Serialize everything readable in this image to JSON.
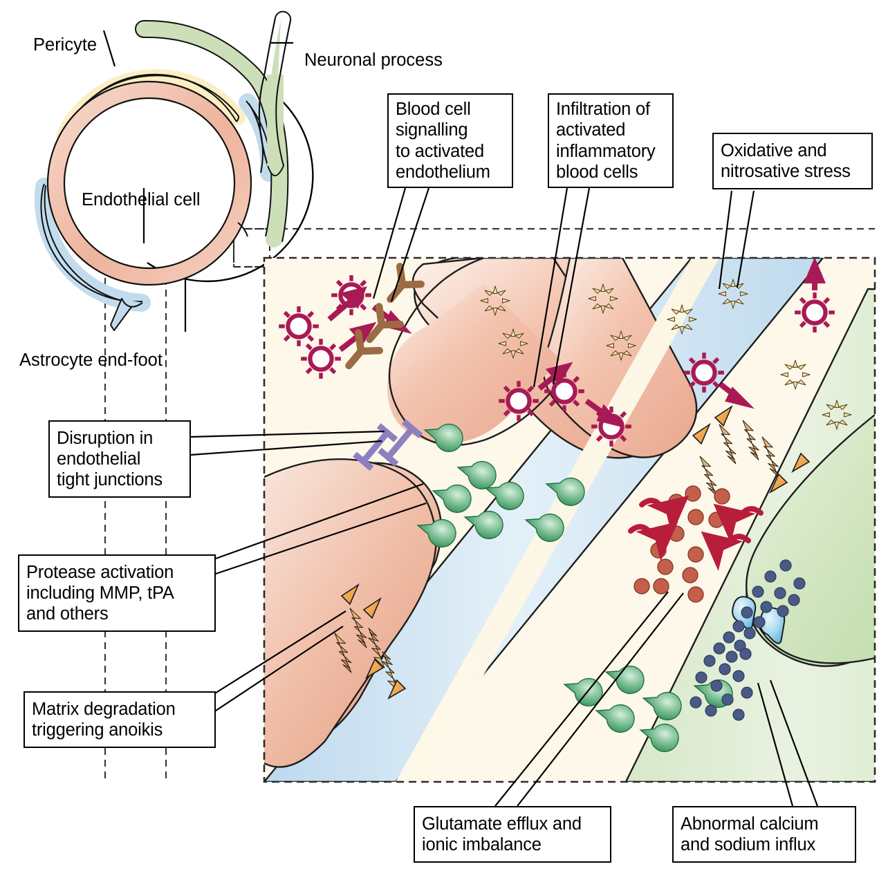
{
  "figure": {
    "kind": "neurovascular-unit-blood-brain-barrier-breakdown-diagram"
  },
  "overview": {
    "labels": {
      "pericyte": "Pericyte",
      "neuronal_process": "Neuronal process",
      "endothelial_cell": "Endothelial cell",
      "astrocyte_endfoot": "Astrocyte end-foot"
    },
    "vessel_layers": [
      {
        "name": "endothelium",
        "color": "#e8a894"
      },
      {
        "name": "pericyte",
        "color": "#fbeec2"
      },
      {
        "name": "astrocyte",
        "color": "#c2dcee"
      },
      {
        "name": "neuron",
        "color": "#ccdfb8"
      }
    ]
  },
  "callouts": [
    {
      "id": "blood-cell-signalling",
      "text": "Blood cell\nsignalling\nto activated\nendothelium"
    },
    {
      "id": "infiltration",
      "text": "Infiltration of\nactivated\ninflammatory\nblood cells"
    },
    {
      "id": "oxidative-stress",
      "text": "Oxidative and\nnitrosative stress"
    },
    {
      "id": "tight-junction-disruption",
      "text": "Disruption in\nendothelial\ntight junctions"
    },
    {
      "id": "protease-activation",
      "text": "Protease activation\nincluding MMP, tPA\nand others"
    },
    {
      "id": "matrix-degradation",
      "text": "Matrix degradation\ntriggering anoikis"
    },
    {
      "id": "glutamate-efflux",
      "text": "Glutamate efflux and\nionic imbalance"
    },
    {
      "id": "calcium-sodium-influx",
      "text": "Abnormal calcium\nand sodium influx"
    }
  ],
  "inset": {
    "bands": [
      {
        "name": "endothelial-cell-band",
        "color": "#efb9a5"
      },
      {
        "name": "extracellular-matrix-band",
        "color": "#fcf6e4"
      },
      {
        "name": "basement-membrane-band",
        "color": "#c3ddef"
      },
      {
        "name": "perivascular-space-band",
        "color": "#fcf6e4"
      },
      {
        "name": "astrocyte-endfoot-band",
        "color": "#cfe3c0"
      }
    ],
    "symbols": [
      {
        "name": "activated-blood-cell",
        "color": "#a81a55",
        "count": 12
      },
      {
        "name": "oxidative-radical-burst",
        "color": "#f2d98a",
        "count": 9
      },
      {
        "name": "adhesion-receptor",
        "color": "#9c6b43",
        "count": 4
      },
      {
        "name": "tight-junction",
        "color": "#8d7fc0",
        "count": 2
      },
      {
        "name": "protease-enzyme",
        "color": "#4fa06a",
        "count": 16
      },
      {
        "name": "matrix-degradation-bolt",
        "color": "#efa14a",
        "count": 8
      },
      {
        "name": "glutamate-molecule",
        "color": "#c4604a",
        "count": 13
      },
      {
        "name": "glutamate-efflux-arrow",
        "color": "#b81d3c",
        "count": 4
      },
      {
        "name": "ion-channel",
        "color": "#9fd3ec",
        "count": 2
      },
      {
        "name": "calcium-sodium-ion",
        "color": "#4a5a86",
        "count": 27
      }
    ]
  }
}
